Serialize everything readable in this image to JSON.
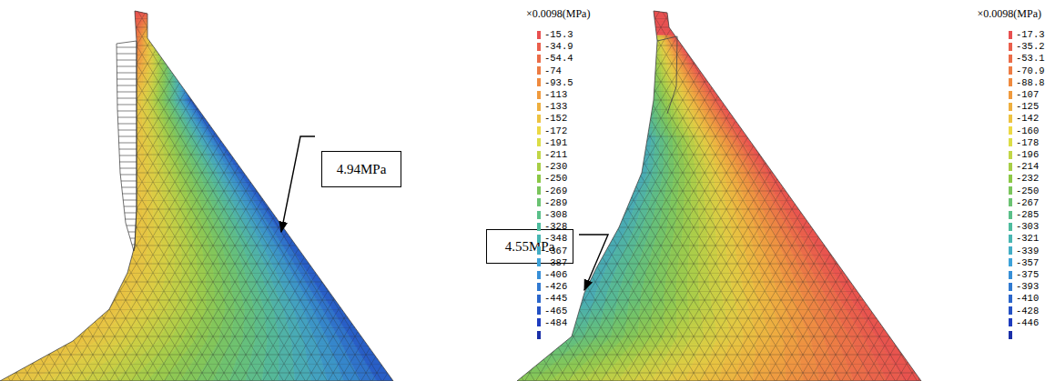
{
  "diagram": {
    "nodes": [
      {
        "text": [
          "4.94MPa"
        ]
      },
      {
        "text": [
          "4.55MPa"
        ]
      }
    ],
    "labels": [
      "×0.0098(MPa)",
      "×0.0098(MPa)"
    ],
    "legend": [
      {
        "text": "-15.3",
        "color": "#e85050"
      },
      {
        "text": "-34.9",
        "color": "#ea5f4c"
      },
      {
        "text": "-54.4",
        "color": "#eb6d48"
      },
      {
        "text": "-74",
        "color": "#ed7c44"
      },
      {
        "text": "-93.5",
        "color": "#ef8a3f"
      },
      {
        "text": "-113",
        "color": "#f09a3d"
      },
      {
        "text": "-133",
        "color": "#eeaf3f"
      },
      {
        "text": "-152",
        "color": "#edc342"
      },
      {
        "text": "-172",
        "color": "#ecd945"
      },
      {
        "text": "-191",
        "color": "#dbdd46"
      },
      {
        "text": "-211",
        "color": "#c1d646"
      },
      {
        "text": "-230",
        "color": "#a7ce46"
      },
      {
        "text": "-250",
        "color": "#8cc846"
      },
      {
        "text": "-269",
        "color": "#7bc55c"
      },
      {
        "text": "-289",
        "color": "#6bc272"
      },
      {
        "text": "-308",
        "color": "#5abf89"
      },
      {
        "text": "-328",
        "color": "#4ebc9e"
      },
      {
        "text": "-348",
        "color": "#48b6b2"
      },
      {
        "text": "-367",
        "color": "#43adc5"
      },
      {
        "text": "-387",
        "color": "#3da2d9"
      },
      {
        "text": "-406",
        "color": "#378fd7"
      },
      {
        "text": "-426",
        "color": "#317ad1"
      },
      {
        "text": "-445",
        "color": "#2b66cb"
      },
      {
        "text": "-465",
        "color": "#2451c4"
      },
      {
        "text": "-484",
        "color": "#1e3cbe"
      },
      {
        "text": "-17.3",
        "color": "#e85050"
      },
      {
        "text": "-35.2",
        "color": "#ea5f4c"
      },
      {
        "text": "-53.1",
        "color": "#eb6d48"
      },
      {
        "text": "-70.9",
        "color": "#ed7c44"
      },
      {
        "text": "-88.8",
        "color": "#ef8a3f"
      },
      {
        "text": "-107",
        "color": "#f09a3d"
      },
      {
        "text": "-125",
        "color": "#eeaf3f"
      },
      {
        "text": "-142",
        "color": "#edc342"
      },
      {
        "text": "-160",
        "color": "#ecd945"
      },
      {
        "text": "-178",
        "color": "#dbdd46"
      },
      {
        "text": "-196",
        "color": "#c1d646"
      },
      {
        "text": "-214",
        "color": "#a7ce46"
      },
      {
        "text": "-232",
        "color": "#8cc846"
      },
      {
        "text": "-250",
        "color": "#7bc55c"
      },
      {
        "text": "-267",
        "color": "#6bc272"
      },
      {
        "text": "-285",
        "color": "#5abf89"
      },
      {
        "text": "-303",
        "color": "#4ebc9e"
      },
      {
        "text": "-321",
        "color": "#48b6b2"
      },
      {
        "text": "-339",
        "color": "#43adc5"
      },
      {
        "text": "-357",
        "color": "#3da2d9"
      },
      {
        "text": "-375",
        "color": "#378fd7"
      },
      {
        "text": "-393",
        "color": "#317ad1"
      },
      {
        "text": "-410",
        "color": "#2b66cb"
      },
      {
        "text": "-428",
        "color": "#2451c4"
      },
      {
        "text": "-446",
        "color": "#1e3cbe"
      }
    ]
  }
}
